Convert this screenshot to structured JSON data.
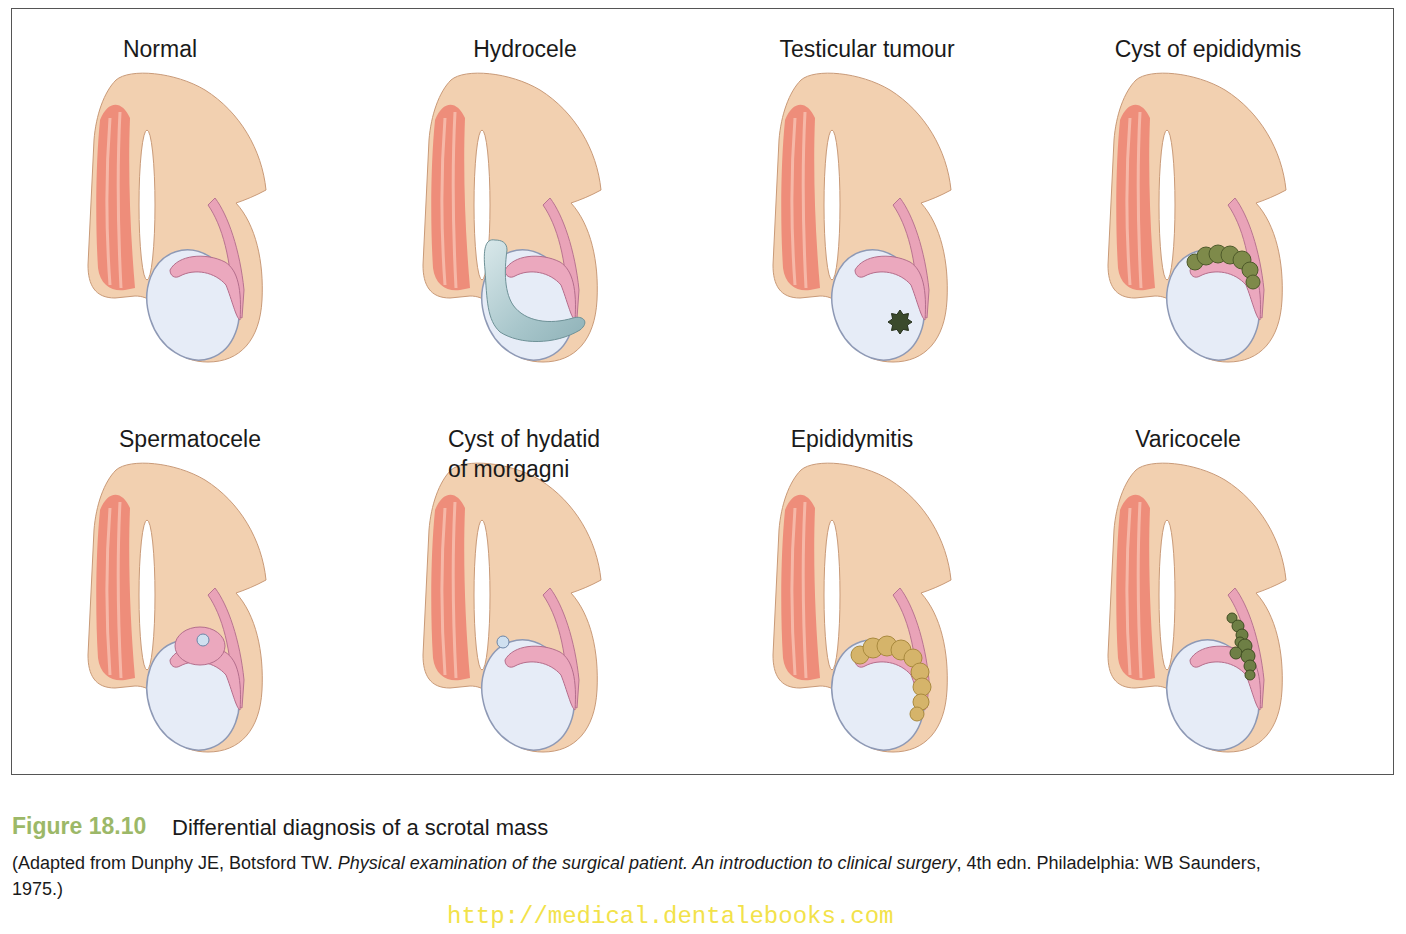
{
  "diagram": {
    "caption": "Differential diagnosis of a scrotal mass",
    "labels": [
      "Normal",
      "Hydrocele",
      "Testicular tumour",
      "Cyst of epididymis",
      "Spermatocele",
      "Cyst of hydatid of morgagni",
      "Epididymitis",
      "Varicocele",
      "Figure 18.10",
      "(Adapted from Dunphy JE, Botsford TW.",
      "Physical examination of the surgical patient. An introduction to clinical surgery",
      ", 4th edn. Philadelphia: WB Saunders, 1975.)",
      "http://medical.dentalebooks.com"
    ]
  }
}
